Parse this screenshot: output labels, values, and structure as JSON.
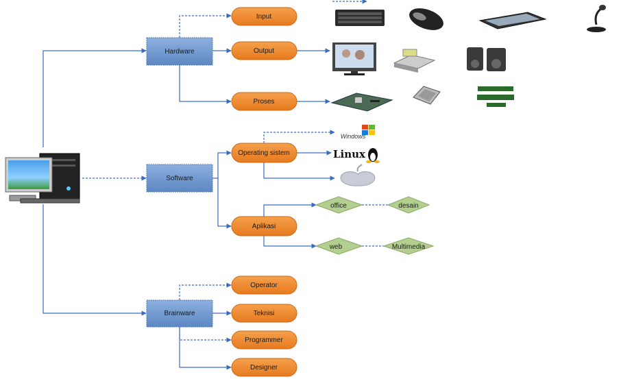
{
  "colors": {
    "category_fill": "#6f9ad2",
    "category_stroke": "#5577aa",
    "pill_fill": "#f28b30",
    "pill_stroke": "#c96a1a",
    "diamond_fill": "#b3cf8f",
    "diamond_stroke": "#8aa866",
    "connector": "#3a6cc4"
  },
  "root": {
    "icon": "desktop-computer-icon"
  },
  "categories": {
    "hardware": {
      "label": "Hardware"
    },
    "software": {
      "label": "Software"
    },
    "brainware": {
      "label": "Brainware"
    }
  },
  "hardware_items": {
    "input": {
      "label": "Input",
      "icons": [
        "keyboard-icon",
        "mouse-icon",
        "scanner-icon",
        "microphone-icon"
      ]
    },
    "output": {
      "label": "Output",
      "icons": [
        "monitor-icon",
        "printer-icon",
        "speakers-icon"
      ]
    },
    "proses": {
      "label": "Proses",
      "icons": [
        "motherboard-icon",
        "processor-icon",
        "memory-ram-icon"
      ]
    }
  },
  "software_items": {
    "os": {
      "label": "Operating sistem",
      "logos": {
        "windows": {
          "text": "Windows",
          "icon": "windows-logo-icon"
        },
        "linux": {
          "text": "Linux",
          "icon": "linux-tux-icon"
        },
        "apple": {
          "icon": "apple-logo-icon"
        }
      }
    },
    "aplikasi": {
      "label": "Aplikasi",
      "types": {
        "office": "office",
        "desain": "desain",
        "web": "web",
        "multimedia": "Multimedia"
      }
    }
  },
  "brainware_items": {
    "operator": "Operator",
    "teknisi": "Teknisi",
    "programmer": "Programmer",
    "designer": "Designer"
  }
}
